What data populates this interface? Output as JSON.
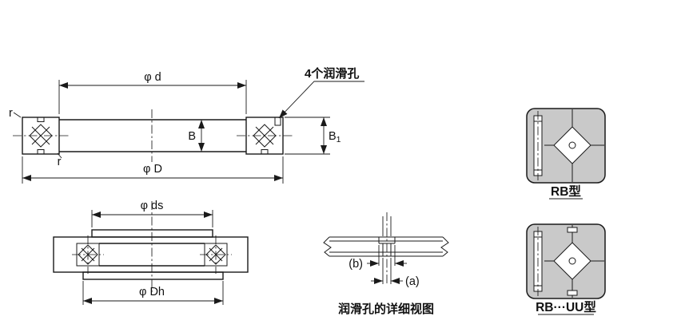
{
  "drawing": {
    "background": "#ffffff",
    "line_color": "#1a1a1a",
    "section_fill_color": "#c9c9c9",
    "main_view": {
      "lube_holes_label": "4个润滑孔",
      "dim_bore": "φ d",
      "dim_outer": "φ D",
      "dim_width": "B",
      "dim_width1_base": "B",
      "dim_width1_sub": "1",
      "fillet_top": "r",
      "fillet_bottom": "r"
    },
    "mounting_view": {
      "dim_shaft": "φ ds",
      "dim_housing": "φ Dh"
    },
    "detail_view": {
      "dim_b": "(b)",
      "dim_a": "(a)",
      "caption": "润滑孔的详细视图"
    },
    "type_views": {
      "rb_label": "RB型",
      "rbuu_label": "RB···UU型"
    }
  }
}
